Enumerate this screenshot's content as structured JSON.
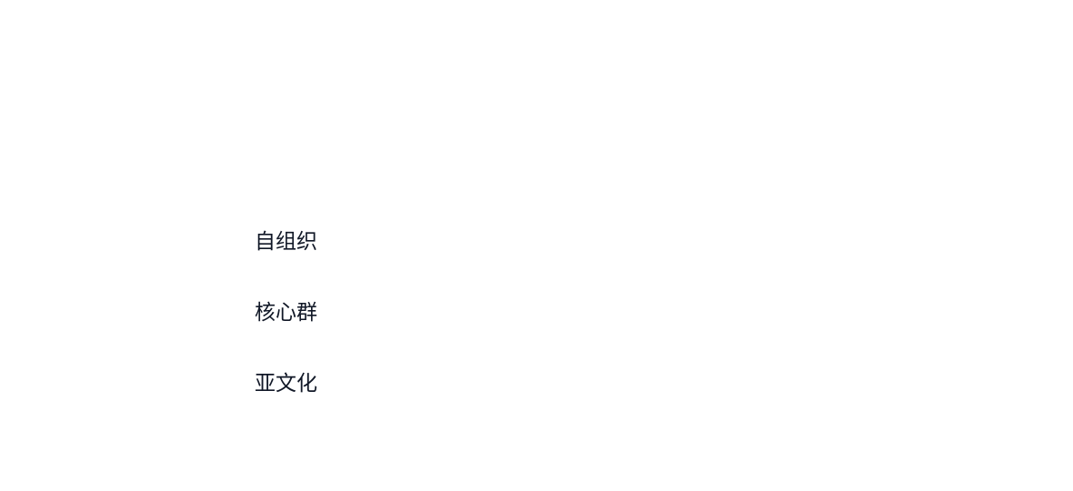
{
  "terms": [
    {
      "label": "自组织"
    },
    {
      "label": "核心群"
    },
    {
      "label": "亚文化"
    }
  ],
  "colors": {
    "background": "#ffffff",
    "text": "#111827"
  }
}
